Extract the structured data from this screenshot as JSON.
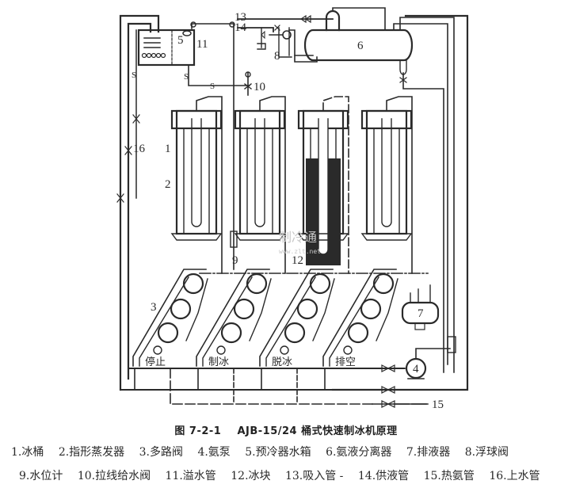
{
  "figure": {
    "number": "图 7-2-1",
    "title": "AJB-15/24 桶式快速制冰机原理"
  },
  "diagram": {
    "component_labels": {
      "ice_bucket": "1",
      "finger_evaporator": "2",
      "multiway_valve": "3",
      "ammonia_pump": "4",
      "precooler_tank": "5",
      "separator": "6",
      "drain_vessel": "7",
      "float_valve": "8",
      "level_gauge": "9",
      "pull_valve": "10",
      "overflow_pipe": "11",
      "ice_block": "12",
      "suction_pipe": "13",
      "supply_pipe": "14",
      "hot_gas_pipe": "15",
      "water_pipe": "16"
    },
    "valve_states": [
      "停止",
      "制冰",
      "脱冰",
      "排空"
    ],
    "pipe_marks": [
      "S",
      "S",
      "S"
    ],
    "watermark": {
      "text": "制冷通",
      "url_text": "www.zlt.net"
    }
  },
  "legend": {
    "row1": [
      "1.冰桶",
      "2.指形蒸发器",
      "3.多路阀",
      "4.氨泵",
      "5.预冷器水箱",
      "6.氨液分离器",
      "7.排液器",
      "8.浮球阀"
    ],
    "row2": [
      "9.水位计",
      "10.拉线给水阀",
      "11.溢水管",
      "12.冰块",
      "13.吸入管 -",
      "14.供液管",
      "15.热氨管",
      "16.上水管"
    ]
  }
}
